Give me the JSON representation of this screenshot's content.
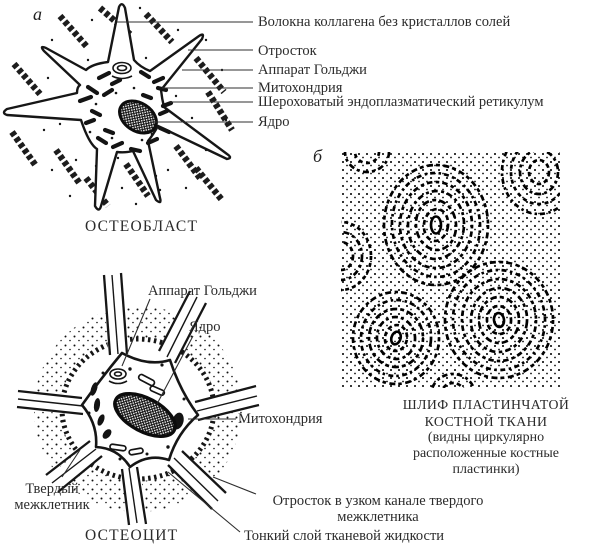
{
  "colors": {
    "ink": "#1a1a1a",
    "text": "#2b2b2b",
    "background": "#ffffff"
  },
  "panel_a": {
    "letter": "а",
    "caption": "ОСТЕОБЛАСТ",
    "labels": [
      "Волокна коллагена без кристаллов солей",
      "Отросток",
      "Аппарат Гольджи",
      "Митохондрия",
      "Шероховатый эндоплазматический ретикулум",
      "Ядро"
    ]
  },
  "panel_b": {
    "letter": "б",
    "caption_lines": [
      "ШЛИФ ПЛАСТИНЧАТОЙ",
      "КОСТНОЙ ТКАНИ",
      "(видны циркулярно",
      "расположенные костные",
      "пластинки)"
    ]
  },
  "osteocyte": {
    "caption": "ОСТЕОЦИТ",
    "label_golgi": "Аппарат Гольджи",
    "label_nucleus": "Ядро",
    "label_mitochondrion": "Митохондрия",
    "hard_matrix_lines": [
      "Твердый",
      "межклетник"
    ],
    "process_lines": [
      "Отросток в узком канале твердого",
      "межклетника"
    ],
    "label_fluid": "Тонкий слой тканевой жидкости"
  }
}
